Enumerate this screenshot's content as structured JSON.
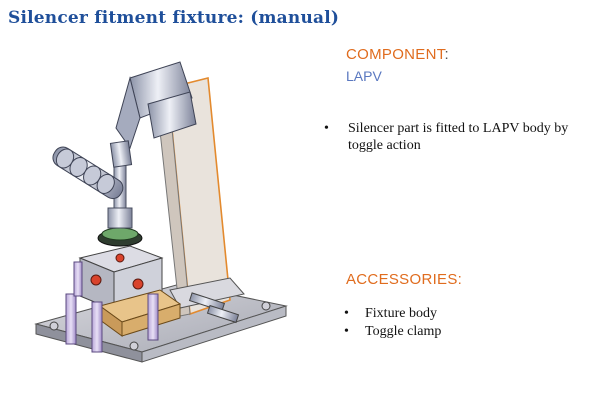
{
  "title": "Silencer fitment fixture: (manual)",
  "component": {
    "heading": "COMPONENT",
    "colon": ":",
    "name": "LAPV"
  },
  "description": {
    "bullet": "•",
    "text": "Silencer part is fitted to LAPV body by toggle action"
  },
  "accessories": {
    "heading": "ACCESSORIES:",
    "bullet": "•",
    "items": [
      "Fixture body",
      "Toggle clamp"
    ]
  },
  "colors": {
    "title": "#1f4f9a",
    "heading_accent": "#e06c1e",
    "component_name": "#5a78c0"
  }
}
